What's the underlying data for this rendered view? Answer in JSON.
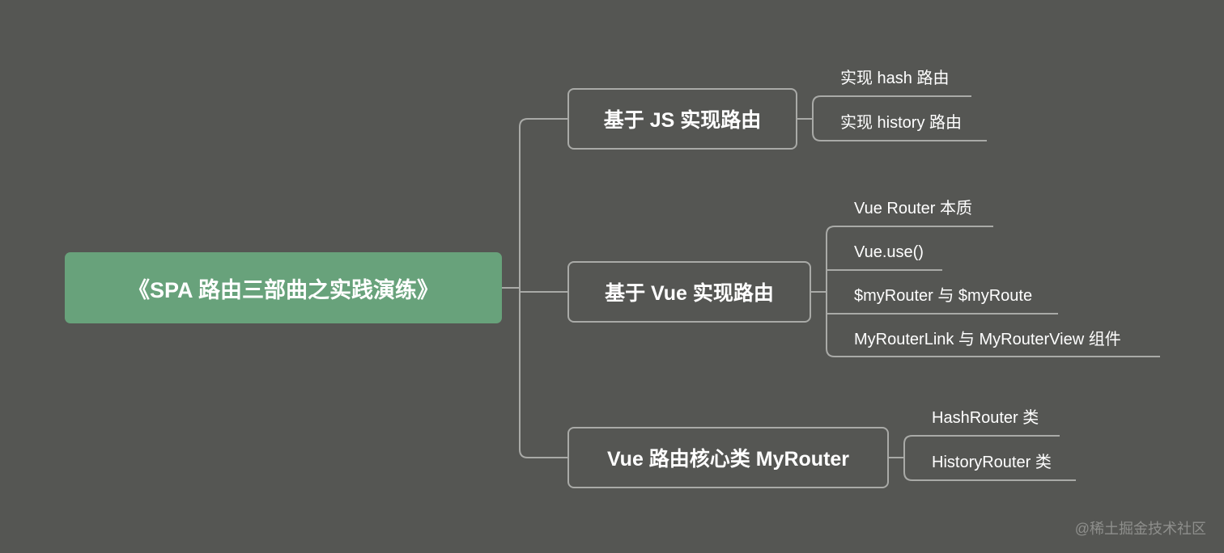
{
  "root": {
    "label": "《SPA 路由三部曲之实践演练》"
  },
  "branches": [
    {
      "label": "基于 JS 实现路由",
      "children": [
        "实现 hash 路由",
        "实现 history 路由"
      ]
    },
    {
      "label": "基于 Vue 实现路由",
      "children": [
        "Vue Router 本质",
        "Vue.use()",
        "$myRouter 与 $myRoute",
        "MyRouterLink 与 MyRouterView 组件"
      ]
    },
    {
      "label": "Vue 路由核心类 MyRouter",
      "children": [
        "HashRouter 类",
        "HistoryRouter 类"
      ]
    }
  ],
  "watermark": "@稀土掘金技术社区",
  "colors": {
    "background": "#555653",
    "root_fill": "#68a27b",
    "connector": "#a9aaa7",
    "text": "#ffffff"
  }
}
